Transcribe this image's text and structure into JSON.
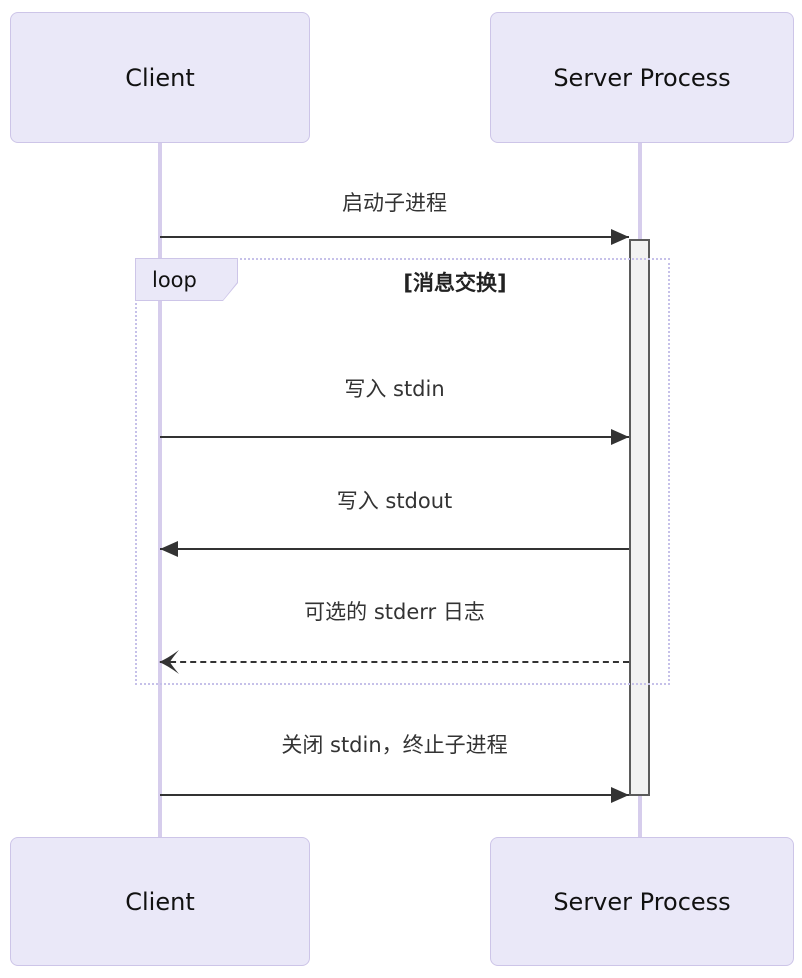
{
  "diagram": {
    "type": "sequence",
    "participants": {
      "client": {
        "label": "Client"
      },
      "server": {
        "label": "Server Process"
      }
    },
    "messages": [
      {
        "from": "client",
        "to": "server",
        "text": "启动子进程",
        "line": "solid",
        "head": "filled"
      },
      {
        "from": "client",
        "to": "server",
        "text": "写入 stdin",
        "line": "solid",
        "head": "filled"
      },
      {
        "from": "server",
        "to": "client",
        "text": "写入 stdout",
        "line": "solid",
        "head": "filled"
      },
      {
        "from": "server",
        "to": "client",
        "text": "可选的 stderr 日志",
        "line": "dashed",
        "head": "open"
      },
      {
        "from": "client",
        "to": "server",
        "text": "关闭 stdin，终止子进程",
        "line": "solid",
        "head": "filled"
      }
    ],
    "loop": {
      "label": "loop",
      "condition": "[消息交换]"
    },
    "colors": {
      "actor_fill": "#EAE8F8",
      "actor_border": "#CDC5E8",
      "lifeline": "#D6CDEC",
      "arrow": "#333333",
      "activation_fill": "#F2F2F2",
      "activation_border": "#5B5B5B",
      "loop_border": "#C6C1E9",
      "background": "#FFFFFF"
    }
  }
}
